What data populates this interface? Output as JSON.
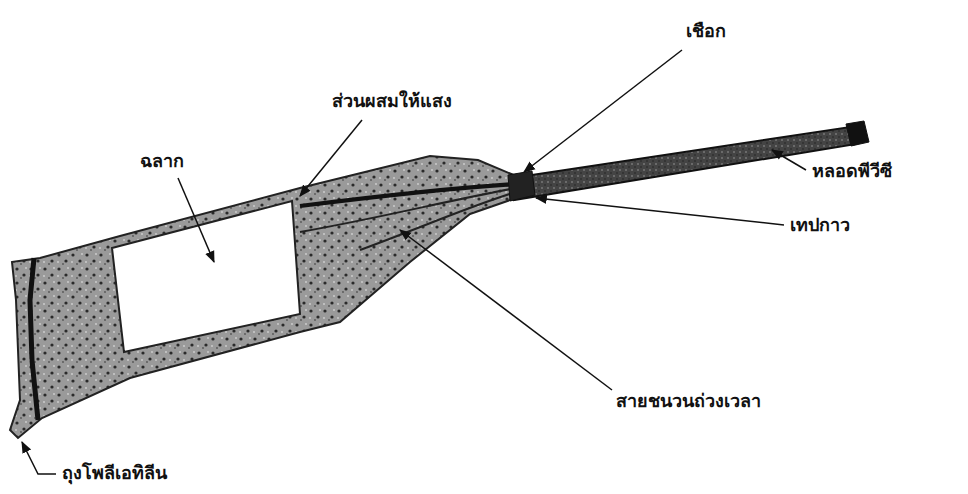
{
  "diagram": {
    "labels": [
      "เชือก",
      "ส่วนผสมให้แสง",
      "ฉลาก",
      "หลอดพีวีซี",
      "เทปกาว",
      "สายชนวนถ่วงเวลา",
      "ถุงโพลีเอทิลีน"
    ]
  }
}
